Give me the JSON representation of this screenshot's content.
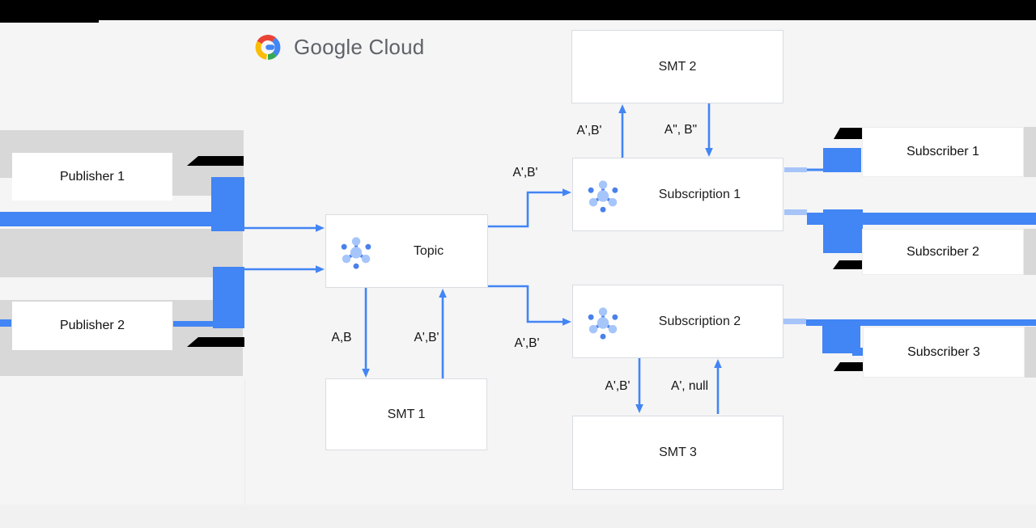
{
  "brand": {
    "logo_text": "Google Cloud"
  },
  "nodes": {
    "publisher1": {
      "label": "Publisher 1"
    },
    "publisher2": {
      "label": "Publisher 2"
    },
    "topic": {
      "label": "Topic"
    },
    "smt1": {
      "label": "SMT 1"
    },
    "smt2": {
      "label": "SMT 2"
    },
    "smt3": {
      "label": "SMT 3"
    },
    "subscription1": {
      "label": "Subscription 1"
    },
    "subscription2": {
      "label": "Subscription 2"
    },
    "subscriber1": {
      "label": "Subscriber 1"
    },
    "subscriber2": {
      "label": "Subscriber 2"
    },
    "subscriber3": {
      "label": "Subscriber 3"
    }
  },
  "edges": {
    "topic_to_subscription1": {
      "label": "A',B'"
    },
    "topic_to_subscription2": {
      "label": "A',B'"
    },
    "topic_to_smt1": {
      "label": "A,B"
    },
    "smt1_to_topic": {
      "label": "A',B'"
    },
    "subscription1_to_smt2": {
      "label": "A',B'"
    },
    "smt2_to_subscription1": {
      "label": "A\", B\""
    },
    "subscription2_to_smt3": {
      "label": "A',B'"
    },
    "smt3_to_subscription2": {
      "label": "A', null"
    }
  },
  "colors": {
    "arrow_blue": "#4285f4",
    "light_blue": "#a6c4f8",
    "band_gray": "#d8d8d8",
    "background": "#f5f5f6",
    "box_border": "#d9dce1",
    "logo_gray": "#5f6368",
    "top_bar": "#000000"
  }
}
